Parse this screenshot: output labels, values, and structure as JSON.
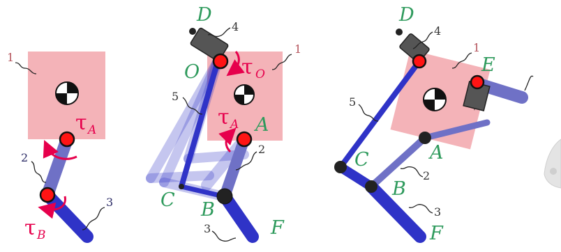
{
  "panels": [
    {
      "id": "panel-1",
      "body_number": "1",
      "link_numbers": [
        "2",
        "3"
      ],
      "torques": [
        {
          "symbol": "τ",
          "subscript": "A"
        },
        {
          "symbol": "τ",
          "subscript": "B"
        }
      ]
    },
    {
      "id": "panel-2",
      "body_number": "1",
      "actuator_number": "4",
      "link_numbers": [
        "5",
        "2",
        "3"
      ],
      "points": [
        "D",
        "O",
        "A",
        "C",
        "B",
        "F"
      ],
      "torques": [
        {
          "symbol": "τ",
          "subscript": "O"
        },
        {
          "symbol": "τ",
          "subscript": "A"
        }
      ]
    },
    {
      "id": "panel-3",
      "body_number": "1",
      "actuator_number": "4",
      "link_numbers": [
        "5",
        "2",
        "3"
      ],
      "points": [
        "D",
        "E",
        "A",
        "C",
        "B",
        "F"
      ]
    }
  ],
  "colors": {
    "body": "#f4b3b8",
    "link": "#2f33c7",
    "joint_actuated": "#ff1414",
    "torque": "#e6004c",
    "point_label": "#2e9a5c"
  }
}
